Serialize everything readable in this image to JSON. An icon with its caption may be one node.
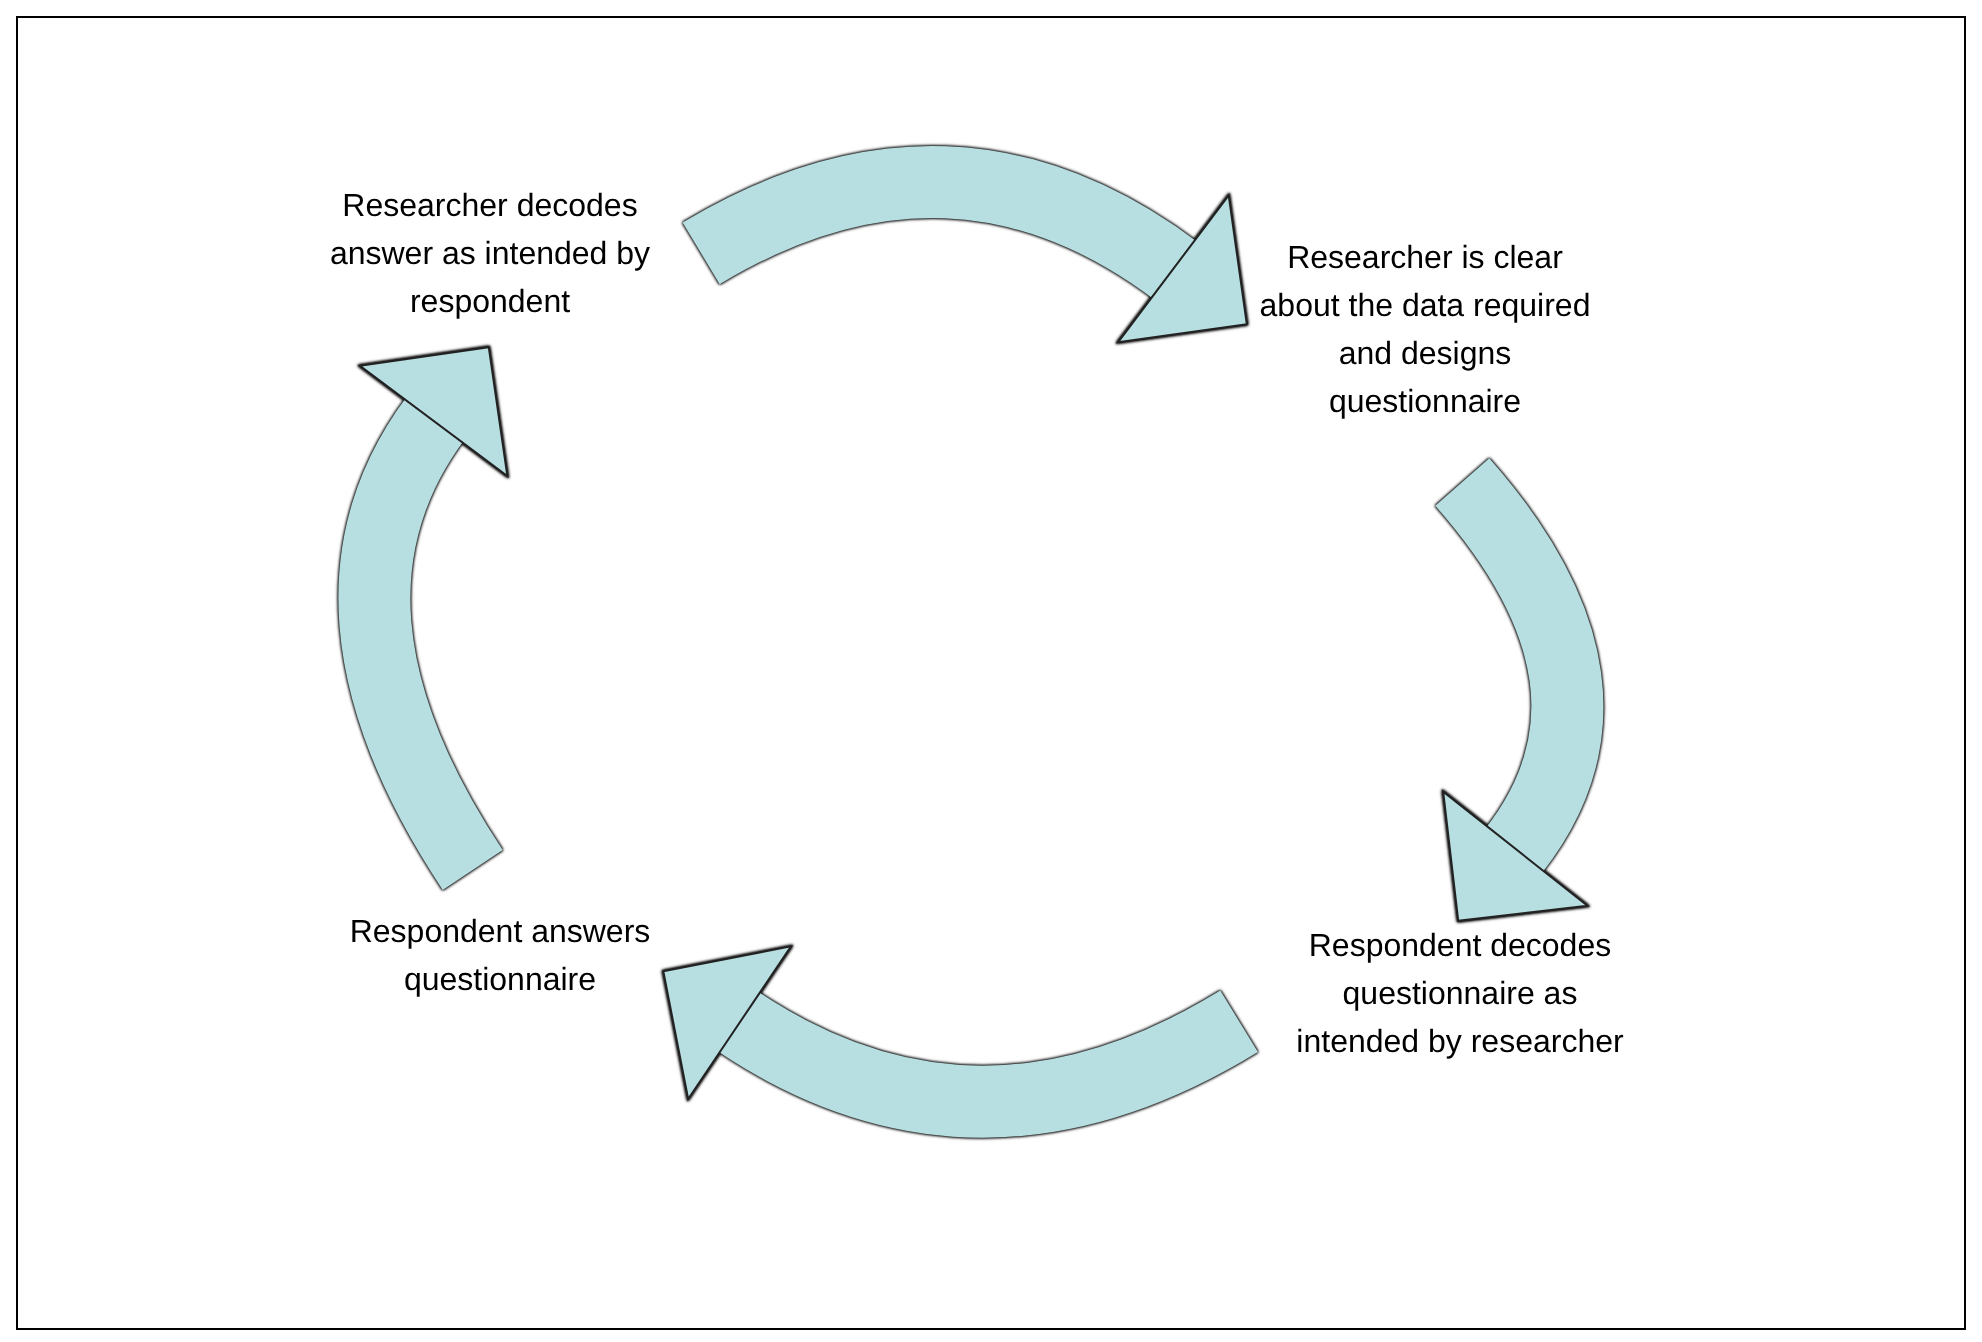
{
  "diagram": {
    "nodes": [
      {
        "text": [
          "Researcher decodes answer as intended by respondent"
        ]
      },
      {
        "text": [
          "Researcher is clear about the data required and designs questionnaire"
        ]
      },
      {
        "text": [
          "Respondent decodes questionnaire as intended by researcher"
        ]
      },
      {
        "text": [
          "Respondent answers questionnaire"
        ]
      }
    ],
    "edges": [
      {
        "from": 0,
        "to": 1,
        "arrow": "to"
      },
      {
        "from": 1,
        "to": 2,
        "arrow": "to"
      },
      {
        "from": 2,
        "to": 3,
        "arrow": "to"
      },
      {
        "from": 3,
        "to": 0,
        "arrow": "to"
      }
    ]
  }
}
